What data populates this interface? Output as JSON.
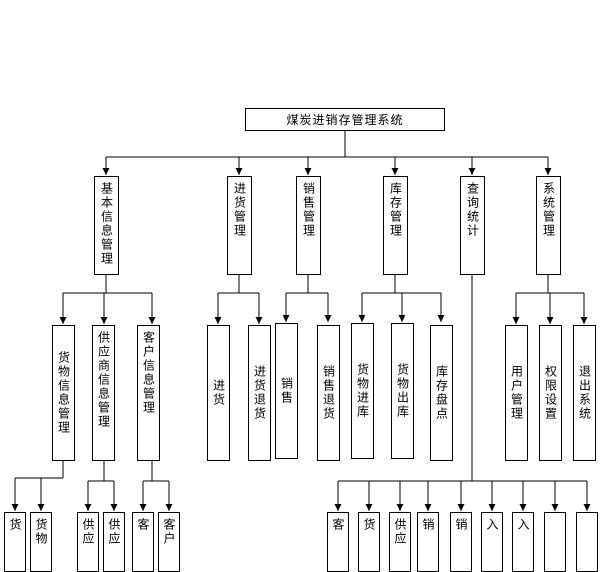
{
  "root": "煤炭进销存管理系统",
  "level1": [
    "基本信息管理",
    "进货管理",
    "销售管理",
    "库存管理",
    "查询统计",
    "系统管理"
  ],
  "level2": {
    "basic": [
      "货物信息管理",
      "供应商信息管理",
      "客户信息管理"
    ],
    "purchase": [
      "进货",
      "进货退货"
    ],
    "sales": [
      "销售",
      "销售退货"
    ],
    "stock": [
      "货物进库",
      "货物出库",
      "库存盘点"
    ],
    "system": [
      "用户管理",
      "权限设置",
      "退出系统"
    ]
  },
  "level3": {
    "goods": [
      "货",
      "货物"
    ],
    "supplier": [
      "供应",
      "供应"
    ],
    "customer": [
      "客",
      "客户"
    ],
    "query": [
      "客",
      "货",
      "供应",
      "销",
      "销",
      "入",
      "入",
      "",
      ""
    ]
  }
}
